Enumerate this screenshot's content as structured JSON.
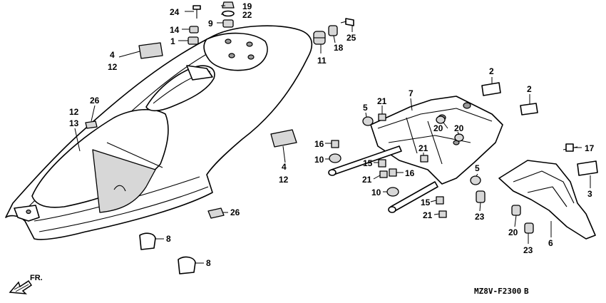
{
  "diagram": {
    "callouts": {
      "c24": "24",
      "c19": "19",
      "c22": "22",
      "c9": "9",
      "c14": "14",
      "c1": "1",
      "c4a": "4",
      "c12a": "12",
      "c11": "11",
      "c18": "18",
      "c25": "25",
      "c26a": "26",
      "c12b": "12",
      "c13": "13",
      "c4b": "4",
      "c12c": "12",
      "c26b": "26",
      "c8a": "8",
      "c8b": "8",
      "c2a": "2",
      "c2b": "2",
      "c7": "7",
      "c5a": "5",
      "c21a": "21",
      "c20a": "20",
      "c20b": "20",
      "c16a": "16",
      "c10a": "10",
      "c15a": "15",
      "c21b": "21",
      "c16b": "16",
      "c21c": "21",
      "c10b": "10",
      "c5b": "5",
      "c15b": "15",
      "c21d": "21",
      "c23a": "23",
      "c17": "17",
      "c3": "3",
      "c20c": "20",
      "c23b": "23",
      "c6": "6"
    },
    "direction_label": "FR.",
    "drawing_code": "MZ8V-F2300",
    "revision": "B"
  }
}
